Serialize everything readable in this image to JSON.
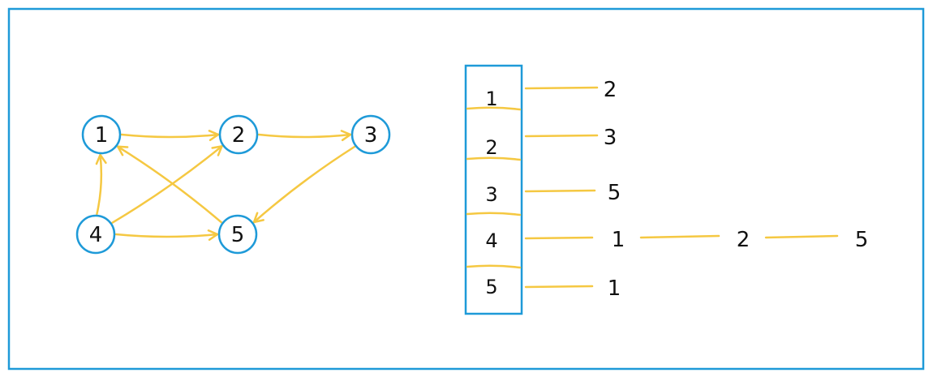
{
  "colors": {
    "border": "#1e9ad8",
    "node_stroke": "#1e9ad8",
    "edge": "#f5c842",
    "text": "#111111",
    "background": "#ffffff"
  },
  "graph": {
    "nodes": [
      {
        "id": "1",
        "label": "1"
      },
      {
        "id": "2",
        "label": "2"
      },
      {
        "id": "3",
        "label": "3"
      },
      {
        "id": "4",
        "label": "4"
      },
      {
        "id": "5",
        "label": "5"
      }
    ],
    "edges": [
      {
        "from": "1",
        "to": "2"
      },
      {
        "from": "2",
        "to": "3"
      },
      {
        "from": "3",
        "to": "5"
      },
      {
        "from": "4",
        "to": "1"
      },
      {
        "from": "4",
        "to": "2"
      },
      {
        "from": "4",
        "to": "5"
      },
      {
        "from": "5",
        "to": "1"
      }
    ]
  },
  "adjacency_list": {
    "rows": [
      {
        "vertex": "1",
        "neighbors": [
          "2"
        ]
      },
      {
        "vertex": "2",
        "neighbors": [
          "3"
        ]
      },
      {
        "vertex": "3",
        "neighbors": [
          "5"
        ]
      },
      {
        "vertex": "4",
        "neighbors": [
          "1",
          "2",
          "5"
        ]
      },
      {
        "vertex": "5",
        "neighbors": [
          "1"
        ]
      }
    ]
  }
}
